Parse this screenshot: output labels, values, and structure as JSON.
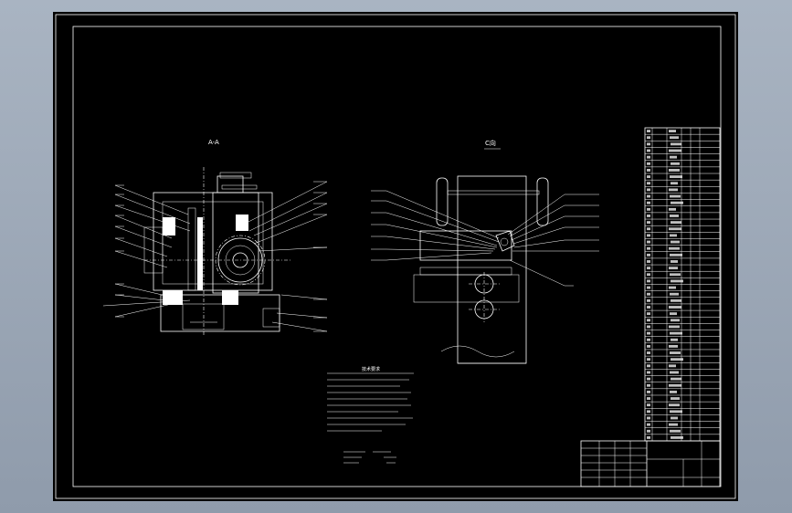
{
  "drawing": {
    "background": "#000000",
    "line_color": "#ffffff",
    "desktop_color": "#9aa6b5"
  },
  "views": {
    "section_label": "A-A",
    "side_label": "C向"
  },
  "notes": {
    "title": "技术要求"
  }
}
